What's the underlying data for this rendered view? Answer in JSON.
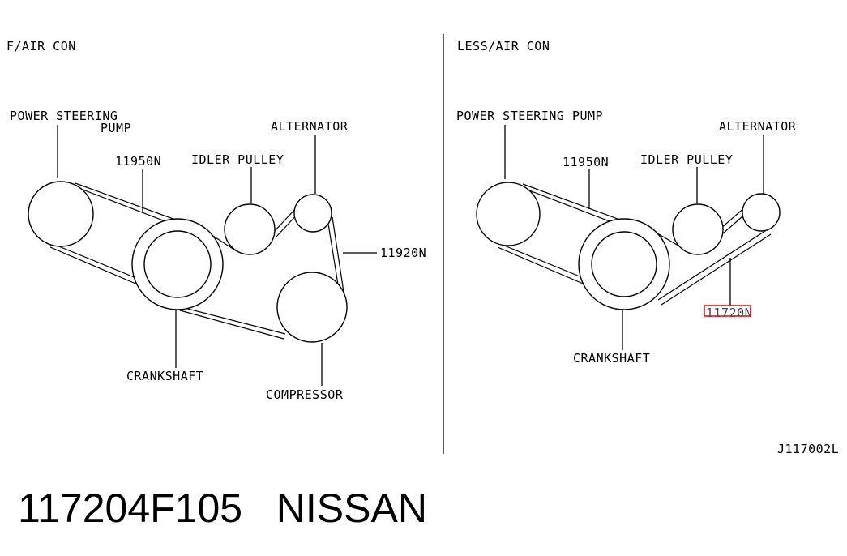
{
  "left_panel": {
    "title": "F/AIR CON",
    "labels": {
      "power_steering_line1": "POWER STEERING",
      "power_steering_line2": "PUMP",
      "belt_11950": "11950N",
      "idler_pulley": "IDLER PULLEY",
      "alternator": "ALTERNATOR",
      "belt_11920": "11920N",
      "crankshaft": "CRANKSHAFT",
      "compressor": "COMPRESSOR"
    }
  },
  "right_panel": {
    "title": "LESS/AIR CON",
    "labels": {
      "power_steering": "POWER STEERING PUMP",
      "belt_11950": "11950N",
      "idler_pulley": "IDLER PULLEY",
      "alternator": "ALTERNATOR",
      "belt_11720": "11720N",
      "crankshaft": "CRANKSHAFT"
    },
    "highlight_color": "#e8141c"
  },
  "figure_code": "J117002L",
  "footer": {
    "part_number": "117204F105",
    "brand": "NISSAN"
  }
}
